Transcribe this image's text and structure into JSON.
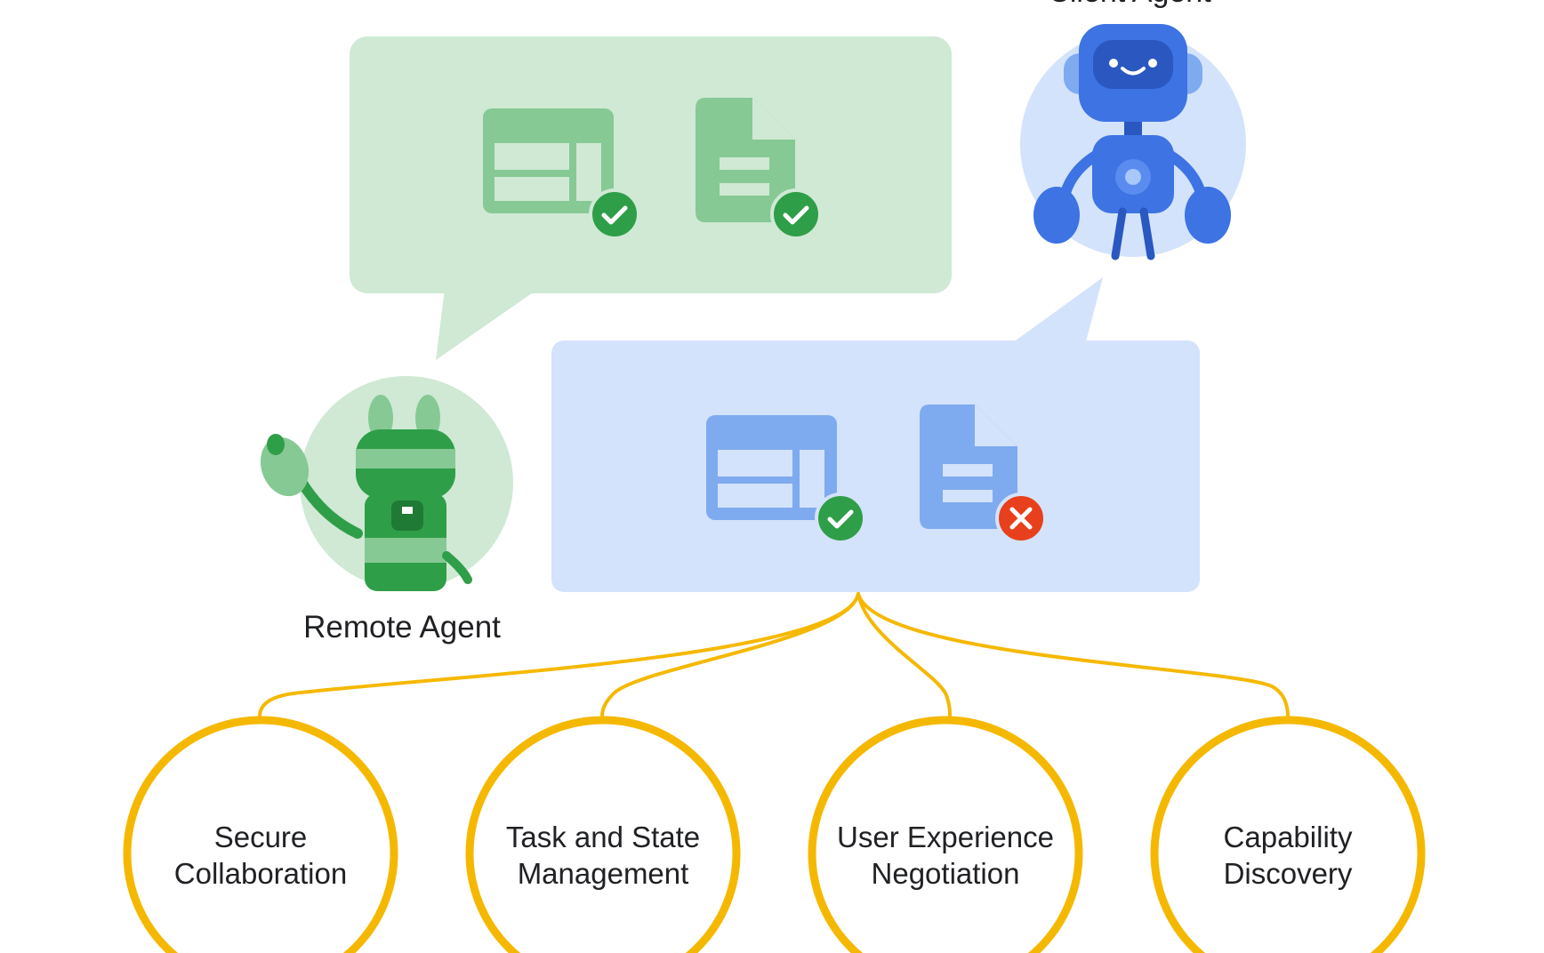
{
  "agents": {
    "client_label": "Client Agent",
    "remote_label": "Remote Agent"
  },
  "bubbles": {
    "top": {
      "items": [
        {
          "icon": "table-icon",
          "status": "check-icon"
        },
        {
          "icon": "document-icon",
          "status": "check-icon"
        }
      ]
    },
    "bottom": {
      "items": [
        {
          "icon": "table-icon",
          "status": "check-icon"
        },
        {
          "icon": "document-icon",
          "status": "cross-icon"
        }
      ]
    }
  },
  "capabilities": [
    {
      "line1": "Secure",
      "line2": "Collaboration"
    },
    {
      "line1": "Task and State",
      "line2": "Management"
    },
    {
      "line1": "User Experience",
      "line2": "Negotiation"
    },
    {
      "line1": "Capability",
      "line2": "Discovery"
    }
  ],
  "colors": {
    "green_bubble": "#cfe9d4",
    "green_icon": "#86c994",
    "green_check": "#2f9e48",
    "blue_bubble": "#d3e3fb",
    "blue_icon": "#7eaaf0",
    "blue_robot": "#3d73e3",
    "red_cross": "#e8401c",
    "yellow": "#f5b800"
  }
}
